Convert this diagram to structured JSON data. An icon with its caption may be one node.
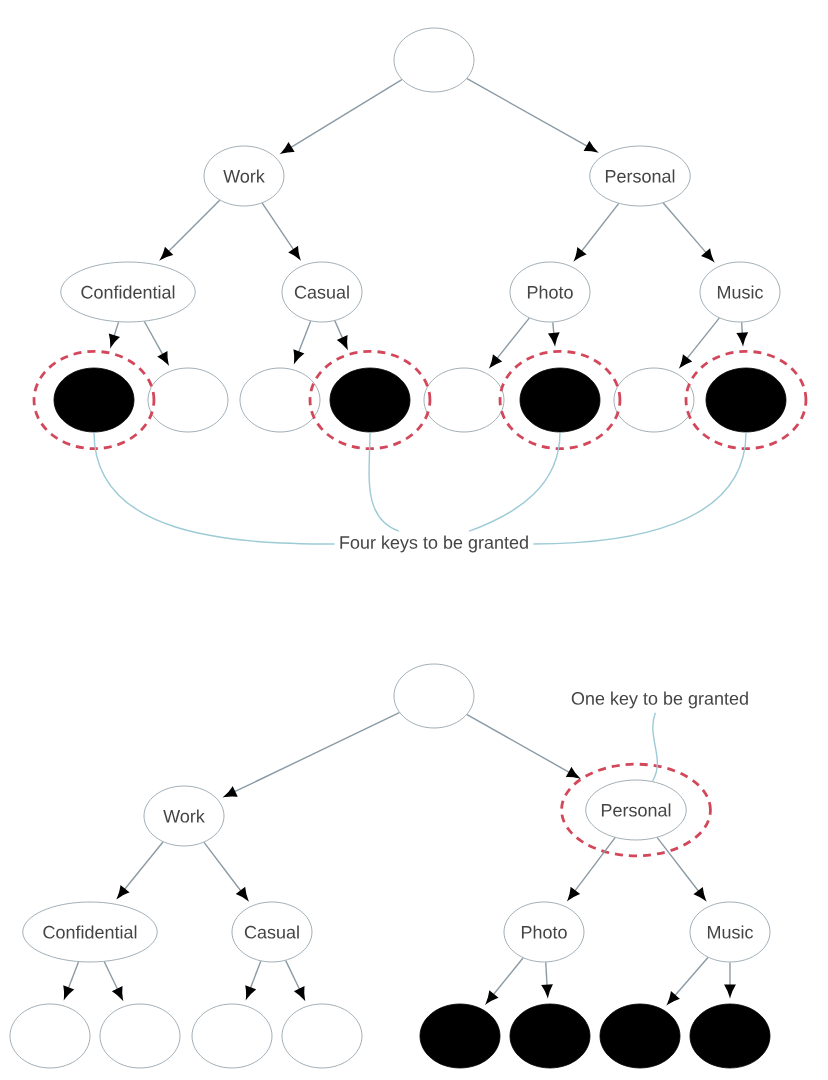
{
  "diagram": {
    "nodes": [
      {
        "text": [],
        "shape": "circle"
      },
      {
        "text": [
          "Work"
        ]
      },
      {
        "text": [
          "Personal"
        ]
      },
      {
        "text": [
          "Confidential"
        ]
      },
      {
        "text": [
          "Casual"
        ]
      },
      {
        "text": [
          "Photo"
        ]
      },
      {
        "text": [
          "Music"
        ]
      },
      {
        "text": [],
        "shape": "disc"
      },
      {
        "text": [],
        "shape": "circle"
      },
      {
        "text": [],
        "shape": "circle"
      },
      {
        "text": [],
        "shape": "disc"
      },
      {
        "text": [],
        "shape": "circle"
      },
      {
        "text": [],
        "shape": "disc"
      },
      {
        "text": [],
        "shape": "circle"
      },
      {
        "text": [],
        "shape": "disc"
      },
      {
        "text": [
          "Four keys to be granted"
        ]
      },
      {
        "text": [],
        "shape": "circle"
      },
      {
        "text": [
          "One key to be granted"
        ]
      },
      {
        "text": [
          "Work"
        ]
      },
      {
        "text": [
          "Personal"
        ]
      },
      {
        "text": [
          "Confidential"
        ]
      },
      {
        "text": [
          "Casual"
        ]
      },
      {
        "text": [
          "Photo"
        ]
      },
      {
        "text": [
          "Music"
        ]
      },
      {
        "text": [],
        "shape": "circle"
      },
      {
        "text": [],
        "shape": "circle"
      },
      {
        "text": [],
        "shape": "circle"
      },
      {
        "text": [],
        "shape": "circle"
      },
      {
        "text": [],
        "shape": "disc"
      },
      {
        "text": [],
        "shape": "disc"
      },
      {
        "text": [],
        "shape": "disc"
      },
      {
        "text": [],
        "shape": "disc"
      }
    ],
    "edges": [
      {
        "from": 0,
        "to": 1,
        "arrow": "to"
      },
      {
        "from": 0,
        "to": 2,
        "arrow": "to"
      },
      {
        "from": 1,
        "to": 3,
        "arrow": "to"
      },
      {
        "from": 1,
        "to": 4,
        "arrow": "to"
      },
      {
        "from": 2,
        "to": 5,
        "arrow": "to"
      },
      {
        "from": 2,
        "to": 6,
        "arrow": "to"
      },
      {
        "from": 3,
        "to": 7,
        "arrow": "to"
      },
      {
        "from": 3,
        "to": 8,
        "arrow": "to"
      },
      {
        "from": 4,
        "to": 9,
        "arrow": "to"
      },
      {
        "from": 4,
        "to": 10,
        "arrow": "to"
      },
      {
        "from": 5,
        "to": 11,
        "arrow": "to"
      },
      {
        "from": 5,
        "to": 12,
        "arrow": "to"
      },
      {
        "from": 6,
        "to": 13,
        "arrow": "to"
      },
      {
        "from": 6,
        "to": 14,
        "arrow": "to"
      },
      {
        "from": 15,
        "to": 7,
        "arrow": "none",
        "color": "#9ccbd6"
      },
      {
        "from": 15,
        "to": 10,
        "arrow": "none",
        "color": "#9ccbd6"
      },
      {
        "from": 15,
        "to": 12,
        "arrow": "none",
        "color": "#9ccbd6"
      },
      {
        "from": 15,
        "to": 14,
        "arrow": "none",
        "color": "#9ccbd6"
      },
      {
        "from": 16,
        "to": 18,
        "arrow": "to"
      },
      {
        "from": 16,
        "to": 19,
        "arrow": "to"
      },
      {
        "from": 17,
        "to": 19,
        "arrow": "none",
        "color": "#9ccbd6"
      },
      {
        "from": 18,
        "to": 20,
        "arrow": "to"
      },
      {
        "from": 18,
        "to": 21,
        "arrow": "to"
      },
      {
        "from": 19,
        "to": 22,
        "arrow": "to"
      },
      {
        "from": 19,
        "to": 23,
        "arrow": "to"
      },
      {
        "from": 20,
        "to": 24,
        "arrow": "to"
      },
      {
        "from": 20,
        "to": 25,
        "arrow": "to"
      },
      {
        "from": 21,
        "to": 26,
        "arrow": "to"
      },
      {
        "from": 21,
        "to": 27,
        "arrow": "to"
      },
      {
        "from": 22,
        "to": 28,
        "arrow": "to"
      },
      {
        "from": 22,
        "to": 29,
        "arrow": "to"
      },
      {
        "from": 23,
        "to": 30,
        "arrow": "to"
      },
      {
        "from": 23,
        "to": 31,
        "arrow": "to"
      }
    ]
  }
}
